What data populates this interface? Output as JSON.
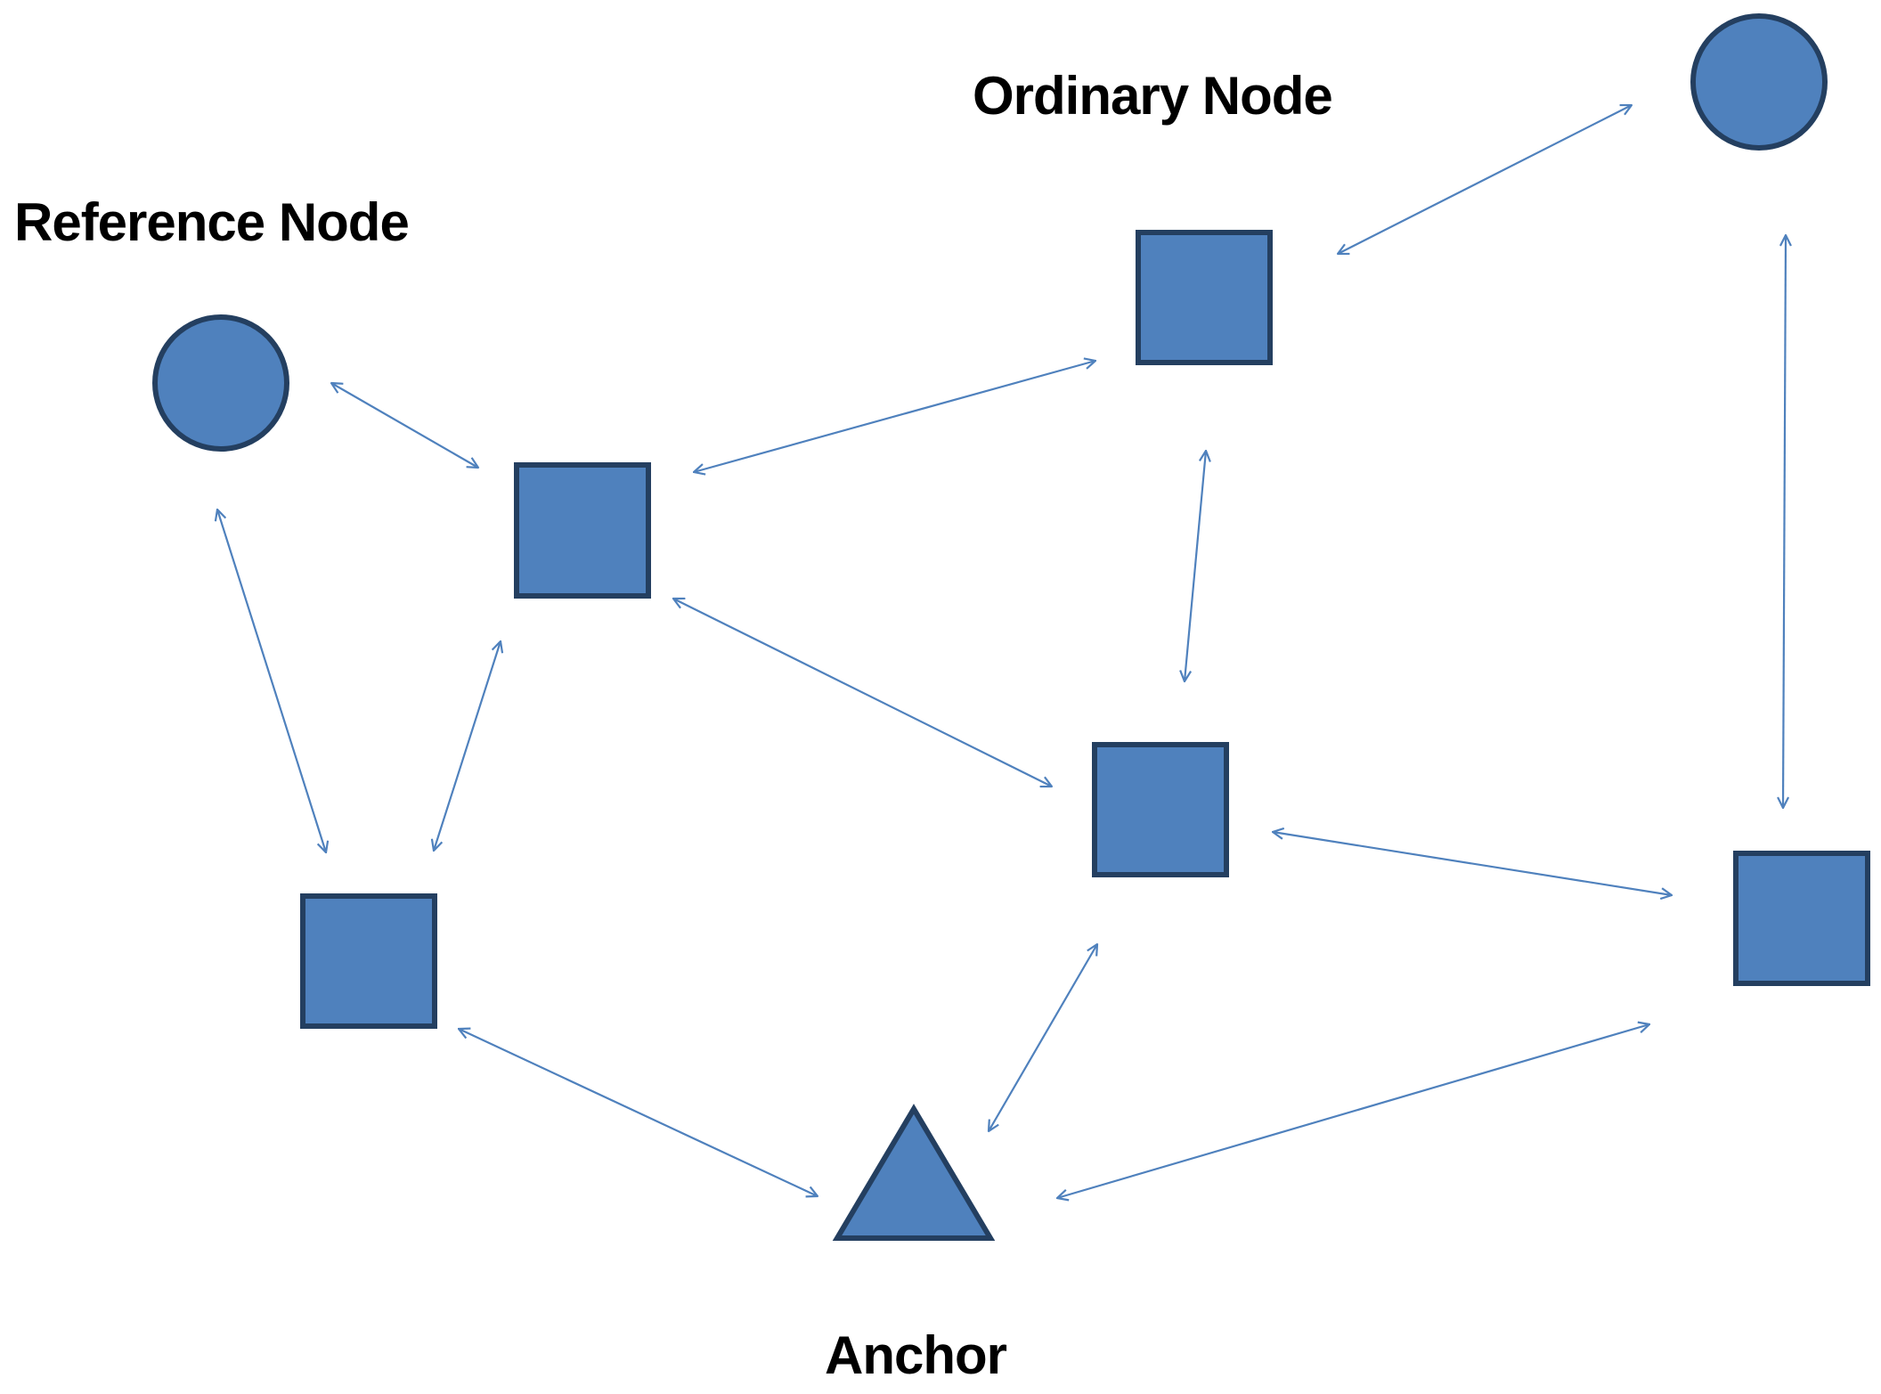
{
  "labels": {
    "reference_node": "Reference Node",
    "ordinary_node": "Ordinary Node",
    "anchor": "Anchor"
  },
  "colors": {
    "node_fill": "#4f81bd",
    "node_stroke": "#243f60",
    "arrow": "#4f81bd"
  },
  "nodes": [
    {
      "id": "ref-left",
      "shape": "circle"
    },
    {
      "id": "ref-top-right",
      "shape": "circle"
    },
    {
      "id": "ord-top",
      "shape": "square"
    },
    {
      "id": "ord-upper-left",
      "shape": "square"
    },
    {
      "id": "ord-center",
      "shape": "square"
    },
    {
      "id": "ord-lower-left",
      "shape": "square"
    },
    {
      "id": "ord-right",
      "shape": "square"
    },
    {
      "id": "anchor",
      "shape": "triangle"
    }
  ],
  "edges": [
    [
      "ref-left",
      "ord-upper-left"
    ],
    [
      "ref-left",
      "ord-lower-left"
    ],
    [
      "ord-upper-left",
      "ord-lower-left"
    ],
    [
      "ord-upper-left",
      "ord-top"
    ],
    [
      "ord-upper-left",
      "ord-center"
    ],
    [
      "ord-top",
      "ref-top-right"
    ],
    [
      "ord-top",
      "ord-center"
    ],
    [
      "ref-top-right",
      "ord-right"
    ],
    [
      "ord-center",
      "ord-right"
    ],
    [
      "ord-center",
      "anchor"
    ],
    [
      "ord-lower-left",
      "anchor"
    ],
    [
      "ord-right",
      "anchor"
    ]
  ]
}
